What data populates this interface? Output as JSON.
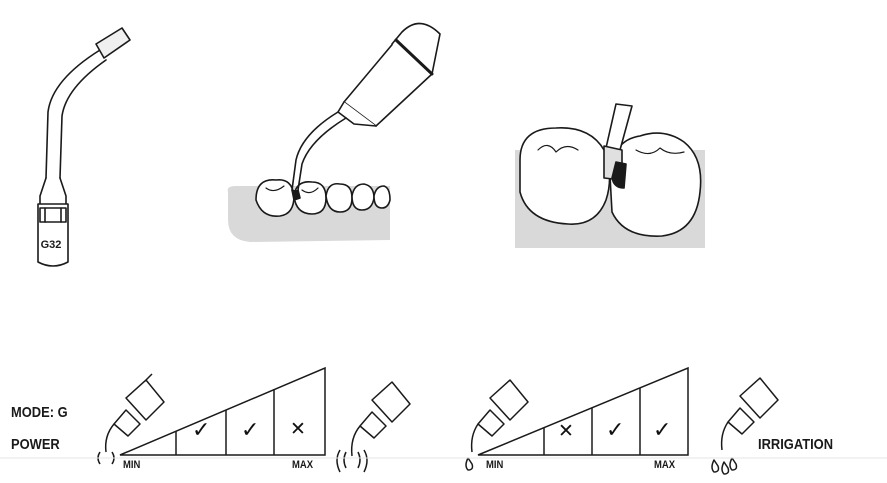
{
  "tip": {
    "model_label": "G32"
  },
  "power_panel": {
    "mode_label": "MODE: G",
    "title": "POWER",
    "min_label": "MIN",
    "max_label": "MAX",
    "marks": [
      "✓",
      "✓",
      "✕"
    ]
  },
  "irrigation_panel": {
    "title": "IRRIGATION",
    "min_label": "MIN",
    "max_label": "MAX",
    "marks": [
      "✕",
      "✓",
      "✓"
    ]
  },
  "colors": {
    "line": "#1a1a1a",
    "gum": "#d9d9d9",
    "tooth": "#ffffff"
  }
}
